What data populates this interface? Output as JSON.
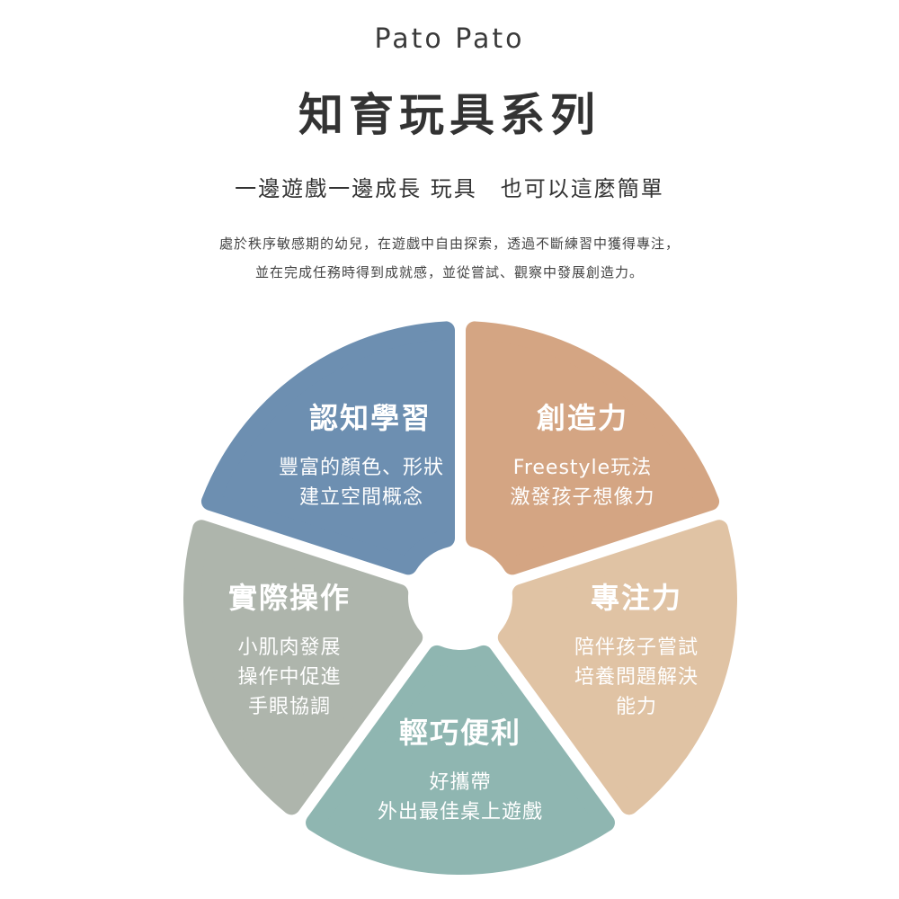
{
  "brand": "Pato Pato",
  "title": "知育玩具系列",
  "subtitle": "一邊遊戲一邊成長 玩具　也可以這麼簡單",
  "description": [
    "處於秩序敏感期的幼兒，在遊戲中自由探索，透過不斷練習中獲得專注，",
    "並在完成任務時得到成就感，並從嘗試、觀察中發展創造力。"
  ],
  "segments": [
    {
      "title": "認知學習",
      "lines": [
        "豐富的顏色、形狀",
        "建立空間概念"
      ],
      "color": "#6d8fb1"
    },
    {
      "title": "創造力",
      "lines": [
        "Freestyle玩法",
        "激發孩子想像力"
      ],
      "color": "#d4a583"
    },
    {
      "title": "專注力",
      "lines": [
        "陪伴孩子嘗試",
        "培養問題解決",
        "能力"
      ],
      "color": "#e0c3a4"
    },
    {
      "title": "輕巧便利",
      "lines": [
        "好攜帶",
        "外出最佳桌上遊戲"
      ],
      "color": "#8fb6b1"
    },
    {
      "title": "實際操作",
      "lines": [
        "小肌肉發展",
        "操作中促進",
        "手眼協調"
      ],
      "color": "#aeb5ac"
    }
  ]
}
